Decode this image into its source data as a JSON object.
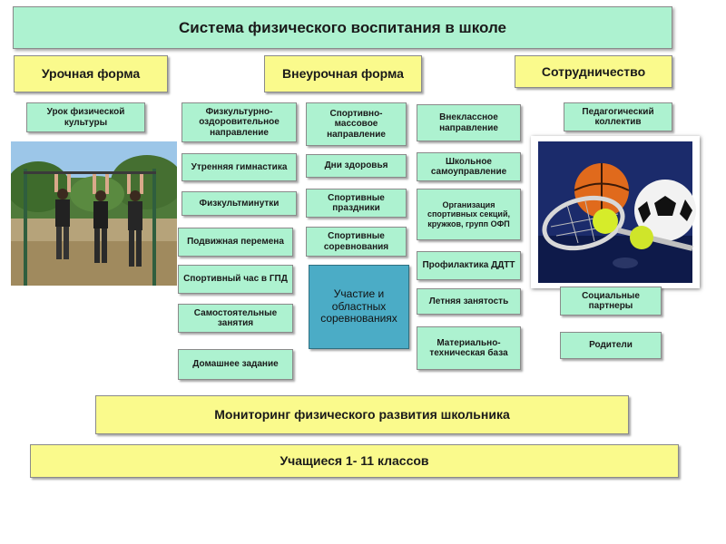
{
  "title": "Система физического воспитания в школе",
  "headers": {
    "urochnaya": "Урочная форма",
    "vneurochnaya": "Внеурочная форма",
    "sotrudnichestvo": "Сотрудничество"
  },
  "urochnaya_items": {
    "urok": "Урок физической культуры"
  },
  "col2_items": {
    "fizkult": "Физкультурно-оздоровительное направление",
    "utrennyaya": "Утренняя гимнастика",
    "fizkultminutki": "Физкультминутки",
    "podvizhnaya": "Подвижная перемена",
    "sport_chas": "Спортивный час в ГПД",
    "samostoyatelnye": "Самостоятельные занятия",
    "domashnee": "Домашнее задание"
  },
  "col3_items": {
    "sport_mass": "Спортивно-массовое направление",
    "dni": "Дни здоровья",
    "prazdniki": "Спортивные праздники",
    "sorevnovaniya": "Спортивные соревнования",
    "uchastie": "Участие и областных соревнованиях"
  },
  "col4_items": {
    "vneklassnoe": "Внеклассное направление",
    "samoupravlenie": "Школьное самоуправление",
    "organizaciya": "Организация спортивных секций, кружков, групп ОФП",
    "profilaktika": "Профилактика ДДТТ",
    "letnyaya": "Летняя занятость",
    "materialno": "Материально-техническая база"
  },
  "col5_items": {
    "pedkollektiv": "Педагогический коллектив",
    "partnery": "Социальные партнеры",
    "roditeli": "Родители"
  },
  "monitoring": "Мониторинг физического развития школьника",
  "students": "Учащиеся 1- 11 классов",
  "colors": {
    "mint": "#adf2d0",
    "yellow": "#fafa8c",
    "teal": "#4bacc6"
  }
}
